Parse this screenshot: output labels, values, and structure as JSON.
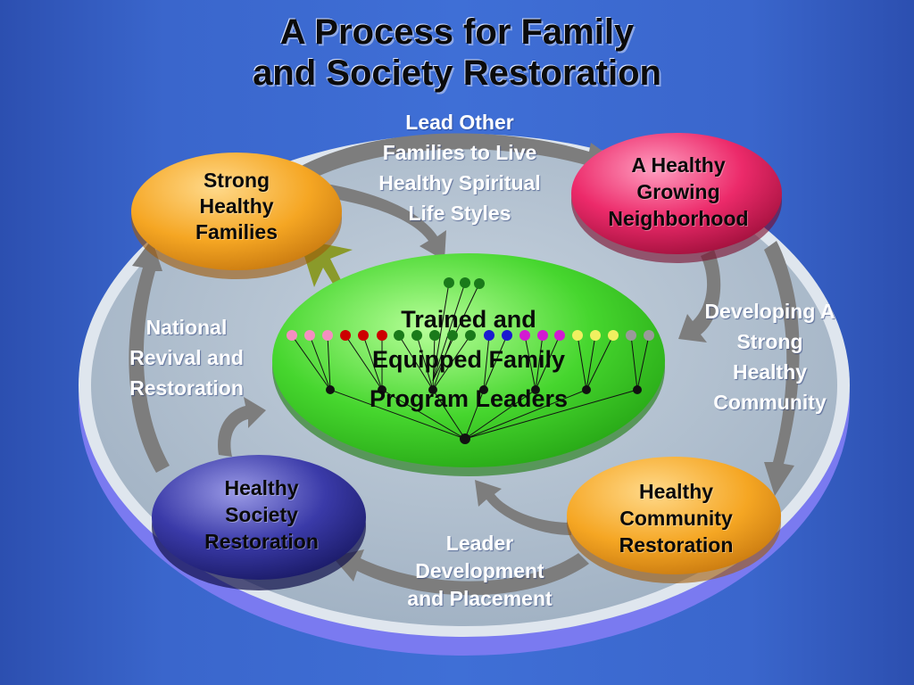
{
  "title": {
    "line1": "A Process for Family",
    "line2": "and Society Restoration"
  },
  "nodes": {
    "strong_families": [
      "Strong",
      "Healthy",
      "Families"
    ],
    "neighborhood": [
      "A Healthy",
      "Growing",
      "Neighborhood"
    ],
    "community": [
      "Healthy",
      "Community",
      "Restoration"
    ],
    "society": [
      "Healthy",
      "Society",
      "Restoration"
    ],
    "center": [
      "Trained and",
      "Equipped Family",
      "Program Leaders"
    ]
  },
  "transitions": {
    "top": [
      "Lead Other",
      "Families to Live",
      "Healthy Spiritual",
      "Life Styles"
    ],
    "right": [
      "Developing  A",
      "Strong",
      "Healthy",
      "Community"
    ],
    "bottom": [
      "Leader",
      "Development",
      "and Placement"
    ],
    "left": [
      "National",
      "Revival and",
      "Restoration"
    ]
  },
  "colors": {
    "background": "#3a66cc",
    "platter": "#a9b9c9",
    "platter_edge": "#8787f0",
    "arrow": "#7d7d7d",
    "orange": "#f5a623",
    "magenta": "#e8175a",
    "navy": "#2a2a8c",
    "green": "#3cd12a",
    "olive_arrow": "#8a9a2a",
    "dots": [
      "#f48fc0",
      "#cc0000",
      "#1a7a1a",
      "#1a1ad0",
      "#d21ad2",
      "#f0f060",
      "#9a9a9a"
    ]
  }
}
